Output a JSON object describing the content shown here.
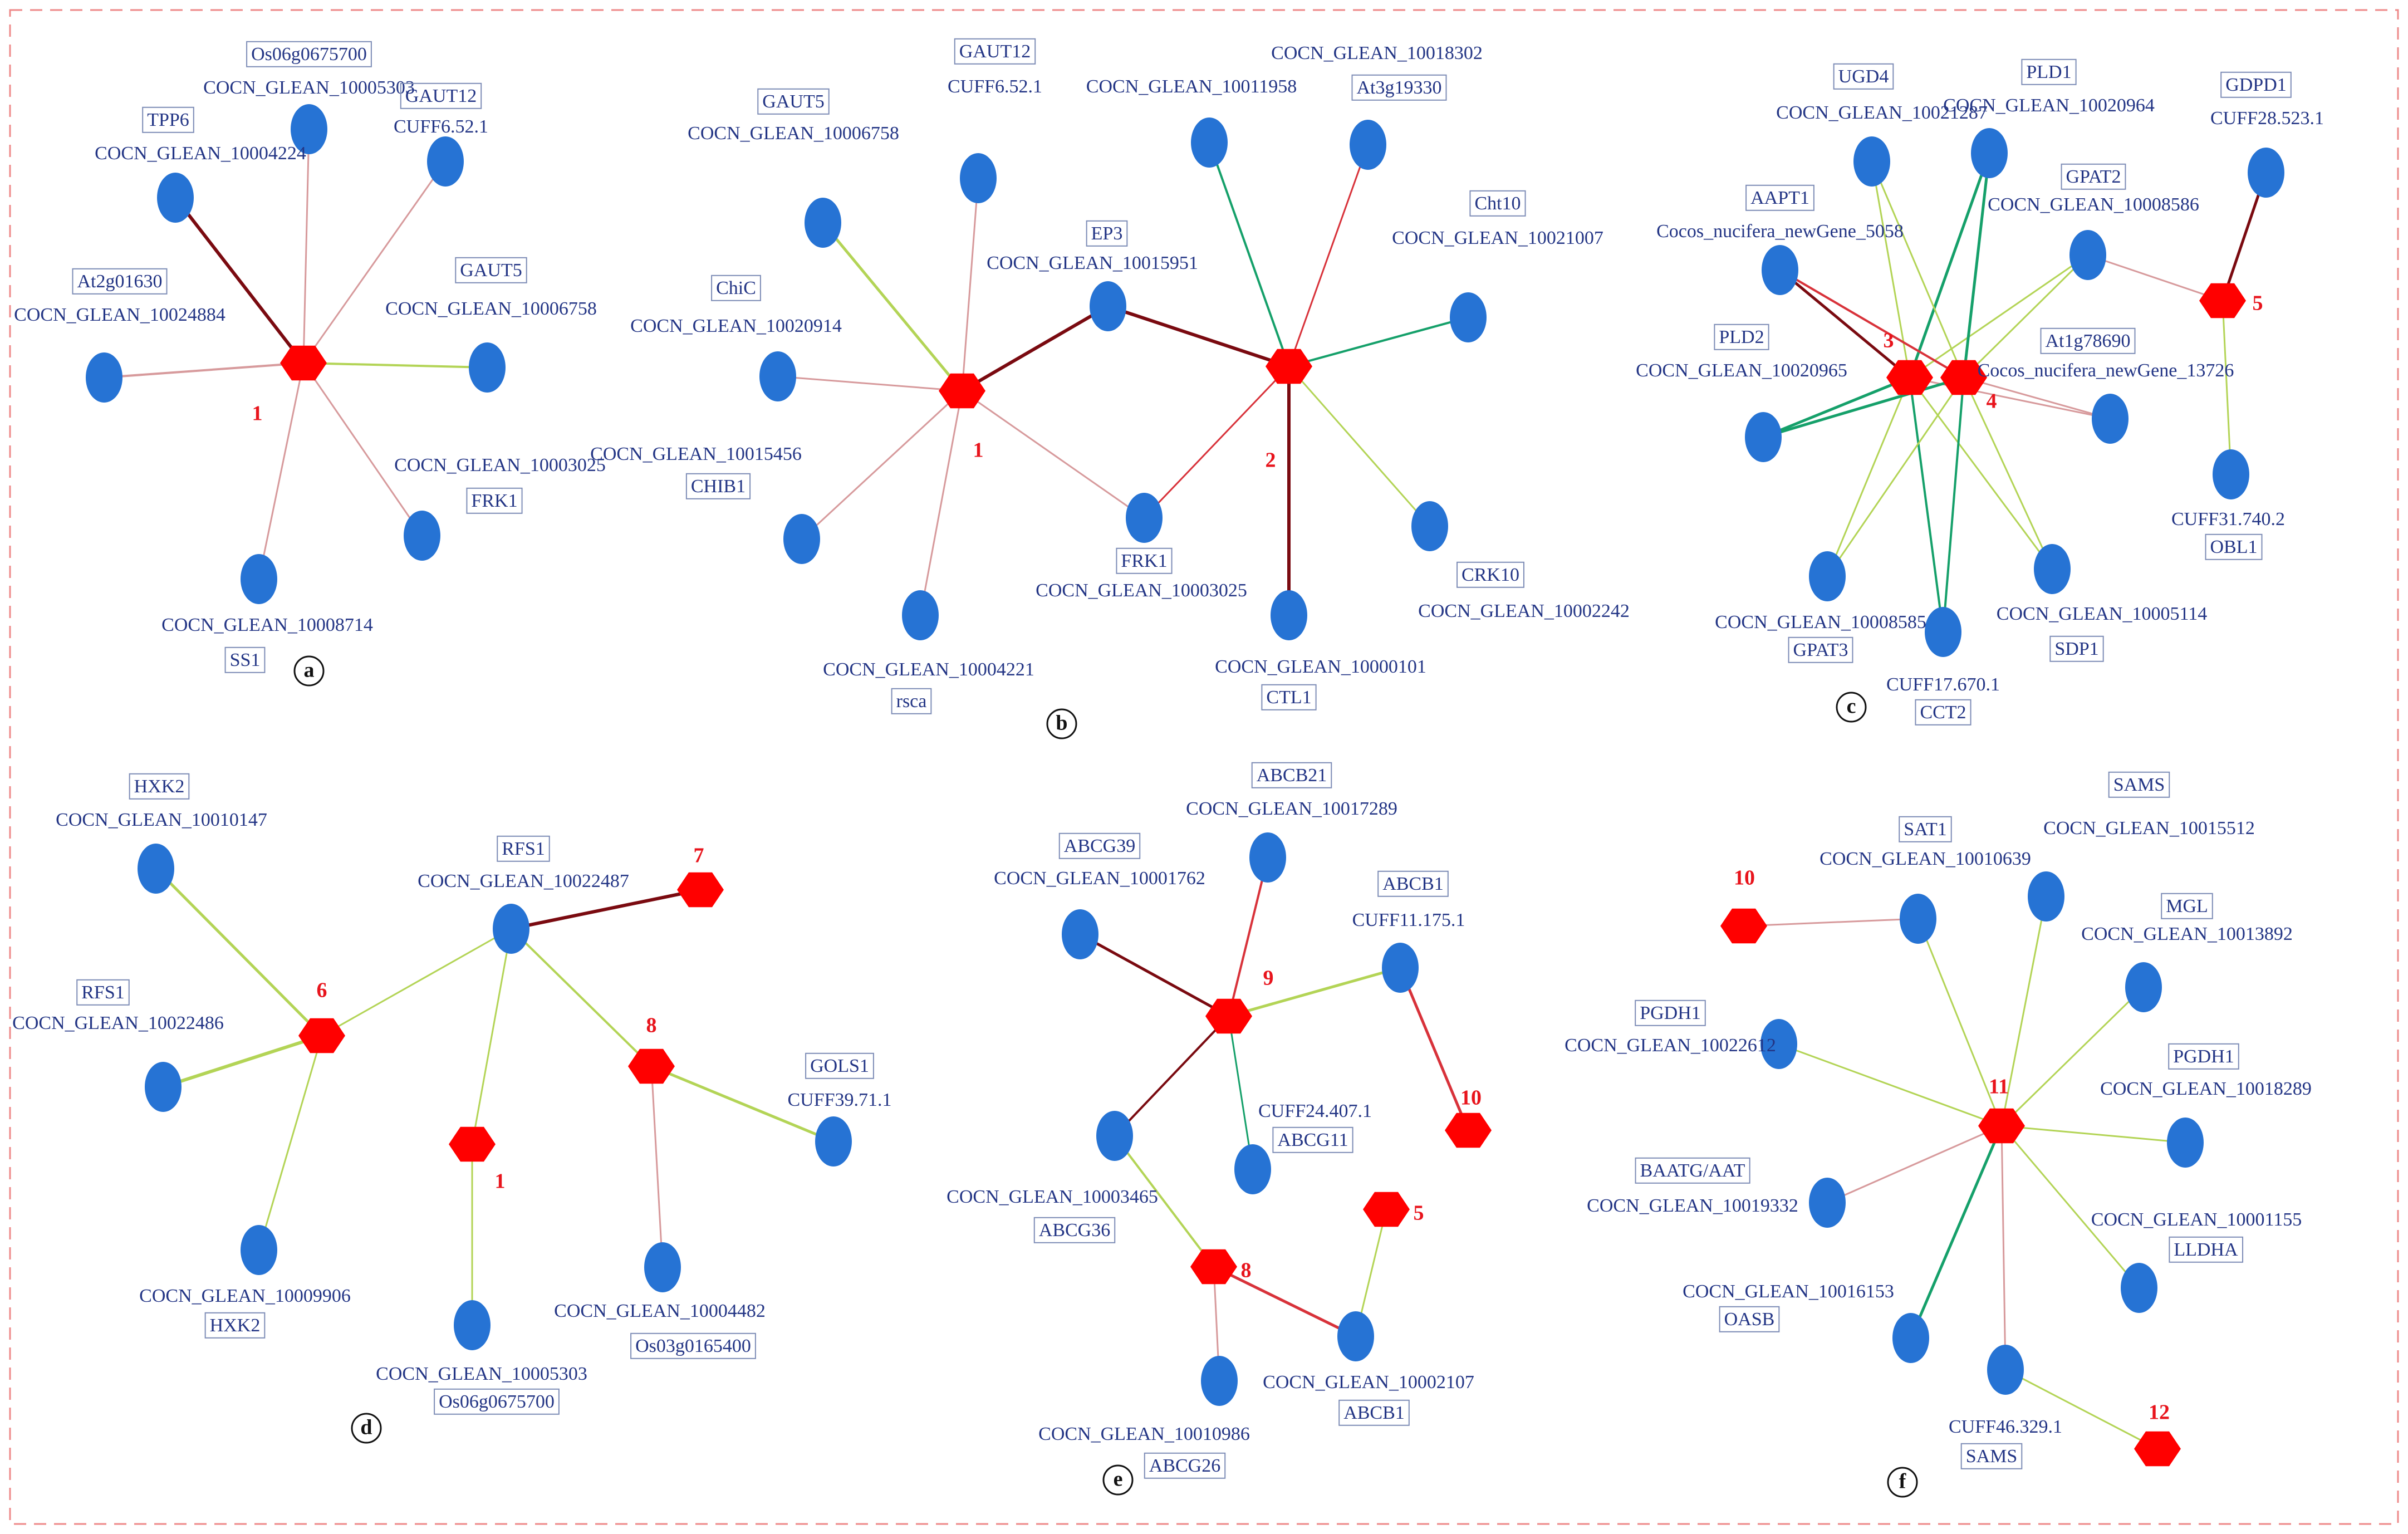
{
  "colors": {
    "node": "#2673d4",
    "hub": "#ff0000",
    "label": "#233585",
    "number": "#e8141c",
    "frame": "#ee8888",
    "edge_dark": "#7a0a10",
    "edge_red": "#d8323a",
    "edge_pink": "#d79a9c",
    "edge_green": "#15a06a",
    "edge_lime": "#b3d456"
  },
  "panels": {
    "a": {
      "tag": "a",
      "hubs": [
        {
          "id": "a_h1",
          "num": "1"
        }
      ],
      "nodes": [
        {
          "id": "a_os06",
          "top": "COCN_GLEAN_10005303",
          "box": "Os06g0675700"
        },
        {
          "id": "a_gaut12",
          "top": "CUFF6.52.1",
          "box": "GAUT12"
        },
        {
          "id": "a_tpp6",
          "top": "COCN_GLEAN_10004224",
          "box": "TPP6"
        },
        {
          "id": "a_gaut5",
          "top": "COCN_GLEAN_10006758",
          "box": "GAUT5"
        },
        {
          "id": "a_at2g",
          "top": "COCN_GLEAN_10024884",
          "box": "At2g01630"
        },
        {
          "id": "a_frk1",
          "top": "COCN_GLEAN_10003025",
          "box": "FRK1"
        },
        {
          "id": "a_ss1",
          "top": "COCN_GLEAN_10008714",
          "box": "SS1"
        }
      ]
    },
    "b": {
      "tag": "b",
      "hubs": [
        {
          "id": "b_h1",
          "num": "1"
        },
        {
          "id": "b_h2",
          "num": "2"
        }
      ],
      "nodes": [
        {
          "id": "b_gaut5",
          "top": "COCN_GLEAN_10006758",
          "box": "GAUT5"
        },
        {
          "id": "b_gaut12",
          "top": "CUFF6.52.1",
          "box": "GAUT12"
        },
        {
          "id": "b_chic",
          "top": "COCN_GLEAN_10020914",
          "box": "ChiC"
        },
        {
          "id": "b_chib1",
          "top": "COCN_GLEAN_10015456",
          "box": "CHIB1"
        },
        {
          "id": "b_rsca",
          "top": "COCN_GLEAN_10004221",
          "box": "rsca"
        },
        {
          "id": "b_ep3",
          "top": "COCN_GLEAN_10015951",
          "box": "EP3"
        },
        {
          "id": "b_frk1",
          "top": "COCN_GLEAN_10003025",
          "box": "FRK1"
        },
        {
          "id": "b_c11958",
          "top": "COCN_GLEAN_10011958",
          "box": ""
        },
        {
          "id": "b_at3g",
          "top": "COCN_GLEAN_10018302",
          "box": "At3g19330"
        },
        {
          "id": "b_cht10",
          "top": "COCN_GLEAN_10021007",
          "box": "Cht10"
        },
        {
          "id": "b_crk10",
          "top": "COCN_GLEAN_10002242",
          "box": "CRK10"
        },
        {
          "id": "b_ctl1",
          "top": "COCN_GLEAN_10000101",
          "box": "CTL1"
        }
      ]
    },
    "c": {
      "tag": "c",
      "hubs": [
        {
          "id": "c_h3",
          "num": "3"
        },
        {
          "id": "c_h4",
          "num": "4"
        },
        {
          "id": "c_h5",
          "num": "5"
        }
      ],
      "nodes": [
        {
          "id": "c_ugd4",
          "top": "COCN_GLEAN_10021287",
          "box": "UGD4"
        },
        {
          "id": "c_pld1",
          "top": "COCN_GLEAN_10020964",
          "box": "PLD1"
        },
        {
          "id": "c_gpdp1",
          "top": "CUFF28.523.1",
          "box": "GDPD1"
        },
        {
          "id": "c_aapt1",
          "top": "Cocos_nucifera_newGene_5058",
          "box": "AAPT1"
        },
        {
          "id": "c_gpat2",
          "top": "COCN_GLEAN_10008586",
          "box": "GPAT2"
        },
        {
          "id": "c_pld2",
          "top": "COCN_GLEAN_10020965",
          "box": "PLD2"
        },
        {
          "id": "c_at1g",
          "top": "Cocos_nucifera_newGene_13726",
          "box": "At1g78690"
        },
        {
          "id": "c_obl1",
          "top": "CUFF31.740.2",
          "box": "OBL1"
        },
        {
          "id": "c_gpat3",
          "top": "COCN_GLEAN_10008585",
          "box": "GPAT3"
        },
        {
          "id": "c_cct2",
          "top": "CUFF17.670.1",
          "box": "CCT2"
        },
        {
          "id": "c_sdp1",
          "top": "COCN_GLEAN_10005114",
          "box": "SDP1"
        }
      ]
    },
    "d": {
      "tag": "d",
      "hubs": [
        {
          "id": "d_h6",
          "num": "6"
        },
        {
          "id": "d_h7",
          "num": "7"
        },
        {
          "id": "d_h8",
          "num": "8"
        },
        {
          "id": "d_h1",
          "num": "1"
        }
      ],
      "nodes": [
        {
          "id": "d_hxk2a",
          "top": "COCN_GLEAN_10010147",
          "box": "HXK2"
        },
        {
          "id": "d_rfs1a",
          "top": "COCN_GLEAN_10022487",
          "box": "RFS1"
        },
        {
          "id": "d_rfs1b",
          "top": "COCN_GLEAN_10022486",
          "box": "RFS1"
        },
        {
          "id": "d_gols1",
          "top": "CUFF39.71.1",
          "box": "GOLS1"
        },
        {
          "id": "d_hxk2b",
          "top": "COCN_GLEAN_10009906",
          "box": "HXK2"
        },
        {
          "id": "d_os06",
          "top": "COCN_GLEAN_10005303",
          "box": "Os06g0675700"
        },
        {
          "id": "d_os03",
          "top": "COCN_GLEAN_10004482",
          "box": "Os03g0165400"
        }
      ]
    },
    "e": {
      "tag": "e",
      "hubs": [
        {
          "id": "e_h9",
          "num": "9"
        },
        {
          "id": "e_h10",
          "num": "10"
        },
        {
          "id": "e_h5",
          "num": "5"
        },
        {
          "id": "e_h8",
          "num": "8"
        }
      ],
      "nodes": [
        {
          "id": "e_abcb21",
          "top": "COCN_GLEAN_10017289",
          "box": "ABCB21"
        },
        {
          "id": "e_abcg39",
          "top": "COCN_GLEAN_10001762",
          "box": "ABCG39"
        },
        {
          "id": "e_abcb1a",
          "top": "CUFF11.175.1",
          "box": "ABCB1"
        },
        {
          "id": "e_abcg11",
          "top": "CUFF24.407.1",
          "box": "ABCG11"
        },
        {
          "id": "e_abcg36",
          "top": "COCN_GLEAN_10003465",
          "box": "ABCG36"
        },
        {
          "id": "e_abcb1b",
          "top": "COCN_GLEAN_10002107",
          "box": "ABCB1"
        },
        {
          "id": "e_abcg26",
          "top": "COCN_GLEAN_10010986",
          "box": "ABCG26"
        }
      ]
    },
    "f": {
      "tag": "f",
      "hubs": [
        {
          "id": "f_h10",
          "num": "10"
        },
        {
          "id": "f_h11",
          "num": "11"
        },
        {
          "id": "f_h12",
          "num": "12"
        }
      ],
      "nodes": [
        {
          "id": "f_sat1",
          "top": "COCN_GLEAN_10010639",
          "box": "SAT1"
        },
        {
          "id": "f_sams1",
          "top": "COCN_GLEAN_10015512",
          "box": "SAMS"
        },
        {
          "id": "f_mgl",
          "top": "COCN_GLEAN_10013892",
          "box": "MGL"
        },
        {
          "id": "f_pgdh1a",
          "top": "COCN_GLEAN_10022612",
          "box": "PGDH1"
        },
        {
          "id": "f_pgdh1b",
          "top": "COCN_GLEAN_10018289",
          "box": "PGDH1"
        },
        {
          "id": "f_baatg",
          "top": "COCN_GLEAN_10019332",
          "box": "BAATG/AAT"
        },
        {
          "id": "f_lldha",
          "top": "COCN_GLEAN_10001155",
          "box": "LLDHA"
        },
        {
          "id": "f_oasb",
          "top": "COCN_GLEAN_10016153",
          "box": "OASB"
        },
        {
          "id": "f_sams2",
          "top": "CUFF46.329.1",
          "box": "SAMS"
        }
      ]
    }
  }
}
